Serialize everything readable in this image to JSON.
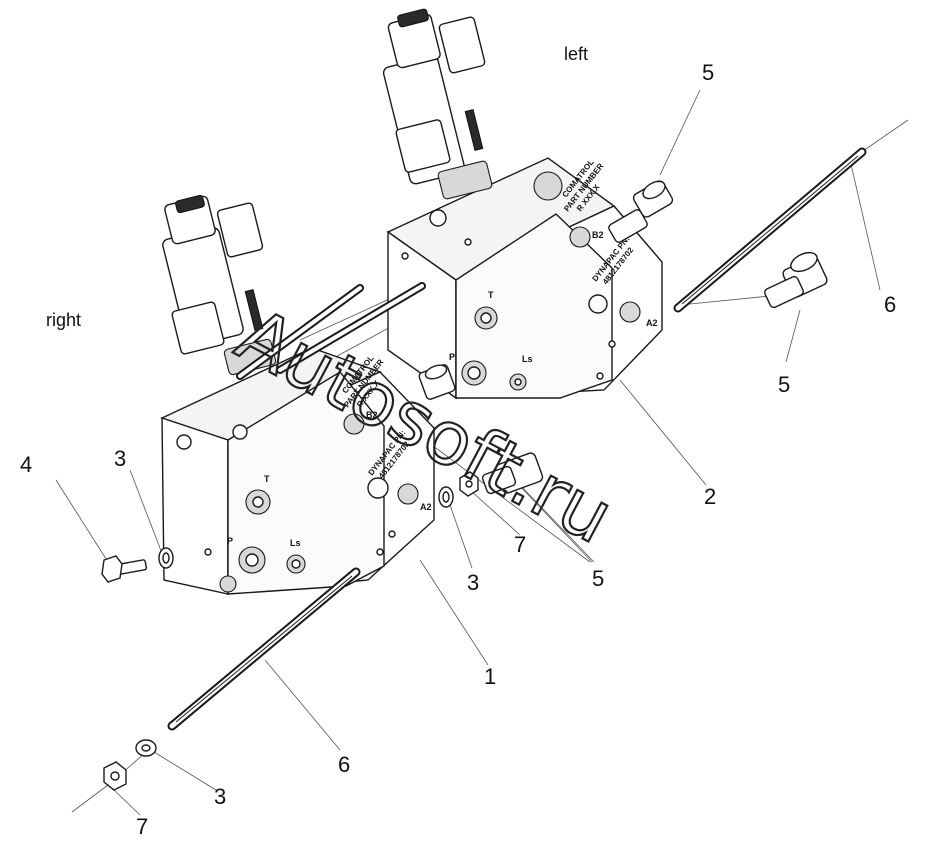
{
  "labels": {
    "left": "left",
    "right": "right"
  },
  "callouts": {
    "c1": "1",
    "c2": "2",
    "c3a": "3",
    "c3b": "3",
    "c3c": "3",
    "c4": "4",
    "c5a": "5",
    "c5b": "5",
    "c5c": "5",
    "c6a": "6",
    "c6b": "6",
    "c7a": "7",
    "c7b": "7"
  },
  "ports": {
    "t": "T",
    "p": "P",
    "ls": "Ls",
    "b2": "B2",
    "a2": "A2"
  },
  "engraving": {
    "brand": "COMATROL",
    "part_number": "PART NUMBER",
    "revision": "R XXX.X",
    "dynapac": "DYNAPAC PN:",
    "pn_value": "4812178702"
  },
  "watermark": "Autosoft.ru",
  "colors": {
    "line": "#1a1a1a",
    "background": "#ffffff"
  }
}
